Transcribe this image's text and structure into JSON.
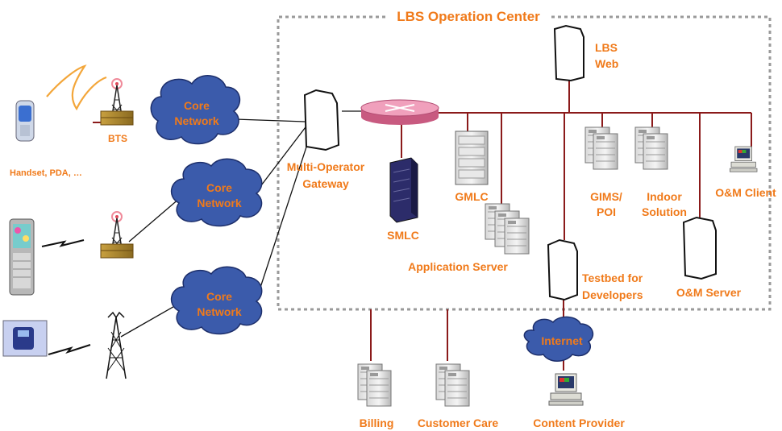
{
  "title": "LBS Operation Center",
  "colors": {
    "label": "#f07a1a",
    "link": "#8b1a1a",
    "cloud_fill": "#3b5bab",
    "cloud_stroke": "#1d2f6b",
    "dotted_border": "#9a9a9a",
    "router": "#e07aa0"
  },
  "devices": {
    "handset_label": "Handset, PDA, …",
    "bts_label": "BTS"
  },
  "clouds": {
    "core1": [
      "Core",
      "Network"
    ],
    "core2": [
      "Core",
      "Network"
    ],
    "core3": [
      "Core",
      "Network"
    ],
    "internet": "Internet"
  },
  "gateway": [
    "Multi-Operator",
    "Gateway"
  ],
  "nodes": {
    "smlc": "SMLC",
    "gmlc": "GMLC",
    "app_server": "Application Server",
    "gims": [
      "GIMS/",
      "POI"
    ],
    "indoor": [
      "Indoor",
      "Solution"
    ],
    "om_client": "O&M Client",
    "om_server": "O&M Server",
    "lbs_web": [
      "LBS",
      "Web"
    ],
    "testbed": [
      "Testbed for",
      "Developers"
    ],
    "billing": "Billing",
    "customer_care": "Customer Care",
    "content_provider": "Content Provider"
  }
}
